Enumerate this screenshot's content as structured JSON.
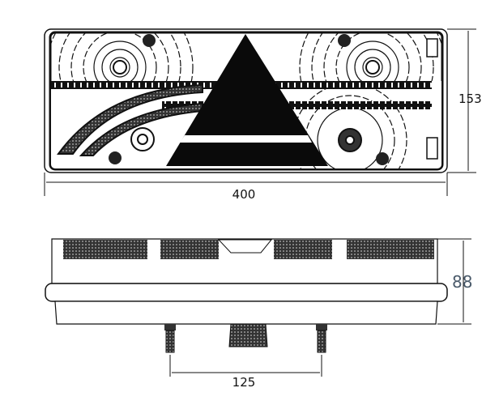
{
  "front_view": {
    "width_label": "400",
    "height_label": "153"
  },
  "side_view": {
    "depth_label": "88",
    "stud_spacing_label": "125"
  },
  "colors": {
    "line": "#111111",
    "depth_label": "#4a5a6a"
  }
}
